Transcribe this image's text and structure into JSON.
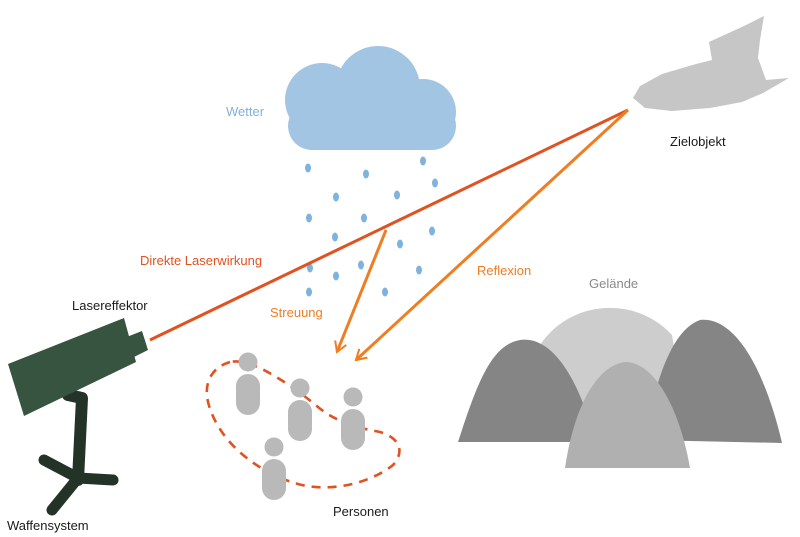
{
  "labels": {
    "weather": "Wetter",
    "target": "Zielobjekt",
    "direct": "Direkte Laserwirkung",
    "reflection": "Reflexion",
    "scatter": "Streuung",
    "terrain": "Gelände",
    "effector": "Lasereffektor",
    "persons": "Personen",
    "weapon": "Waffensystem"
  },
  "colors": {
    "direct": "#e0521f",
    "orange": "#ef7d22",
    "weather": "#7fb2dc",
    "cloud": "#a3c5e4",
    "plane": "#c6c6c6",
    "person": "#b9b9b9",
    "terrain_dark": "#858585",
    "terrain_mid": "#b0b0b0",
    "terrain_light": "#cdcdcd",
    "device": "#375440",
    "stand": "#233327"
  }
}
